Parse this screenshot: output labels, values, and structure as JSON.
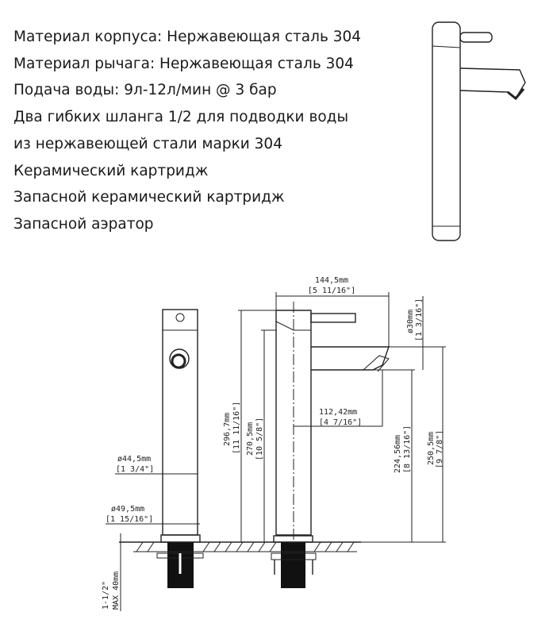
{
  "specs": [
    "Материал корпуса: Нержавеющая сталь 304",
    "Материал рычага: Нержавеющая сталь 304",
    "Подача воды: 9л-12л/мин @ 3 бар",
    "Два гибких шланга 1/2 для подводки воды",
    "из нержавеющей стали марки 304",
    "Керамический картридж",
    "Запасной керамический картридж",
    "Запасной аэратор"
  ],
  "drawing": {
    "width_mm": "144,5mm",
    "width_in": "[5 11/16\"]",
    "spout_dia_mm": "ø30mm",
    "spout_dia_in": "[1 3/16\"]",
    "total_height_mm": "296,7mm",
    "total_height_in": "[11 11/16\"]",
    "body_height_mm": "270,5mm",
    "body_height_in": "[10 5/8\"]",
    "reach_mm": "112,42mm",
    "reach_in": "[4 7/16\"]",
    "outlet_height_mm": "224,56mm",
    "outlet_height_in": "[8 13/16\"]",
    "spout_top_height_mm": "250,5mm",
    "spout_top_height_in": "[9 7/8\"]",
    "body_dia_mm": "ø44,5mm",
    "body_dia_in": "[1 3/4\"]",
    "base_dia_mm": "ø49,5mm",
    "base_dia_in": "[1 15/16\"]",
    "deck_thickness_in": "1-1/2\"",
    "deck_thickness_mm": "MAX 40mm"
  }
}
